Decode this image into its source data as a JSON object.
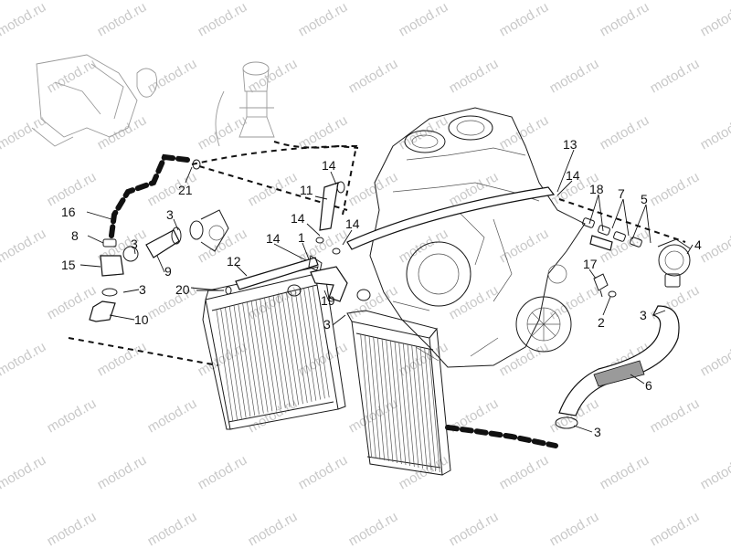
{
  "watermark": "motod.ru",
  "callouts": [
    "1",
    "2",
    "3",
    "4",
    "5",
    "6",
    "7",
    "8",
    "9",
    "10",
    "11",
    "12",
    "13",
    "14",
    "15",
    "16",
    "17",
    "18",
    "19",
    "20",
    "21"
  ],
  "colors": {
    "ink": "#111111",
    "watermark": "#c9c9c9",
    "background": "#ffffff"
  }
}
